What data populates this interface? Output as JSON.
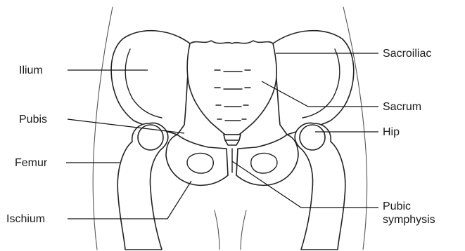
{
  "labels": {
    "ilium": "Ilium",
    "pubis": "Pubis",
    "femur": "Femur",
    "ischium": "Ischium",
    "sacroiliac": "Sacroiliac",
    "sacrum": "Sacrum",
    "hip": "Hip",
    "pubic_symphysis": "Pubic\nsymphysis"
  },
  "colors": {
    "outline": "#222222",
    "fill": "#ffffff",
    "text": "#1a1a1a"
  }
}
